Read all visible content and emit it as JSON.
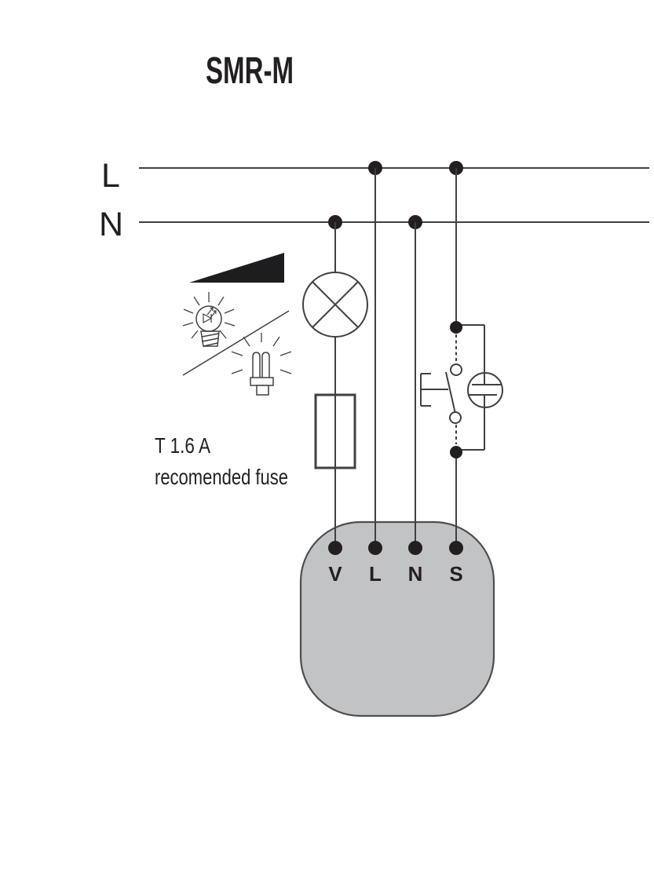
{
  "title": "SMR-M",
  "bus": {
    "line_label": "L",
    "neutral_label": "N"
  },
  "note": {
    "line1": "T 1.6 A",
    "line2": "recomended fuse"
  },
  "terminals": {
    "labels": [
      "V",
      "L",
      "N",
      "S"
    ]
  },
  "icons": [
    "dimmer-ramp-icon",
    "incandescent-bulb-icon",
    "led-symbol-icon",
    "cfl-bulb-icon",
    "lamp-symbol-icon",
    "fuse-symbol-icon",
    "pushbutton-switch-icon",
    "glow-lamp-icon"
  ],
  "colors": {
    "wire": "#3f4042",
    "text": "#231f20",
    "icon_black": "#1d1d1f",
    "module_fill": "#c2c3c5",
    "module_stroke": "#4d4e50",
    "background": "#ffffff"
  }
}
